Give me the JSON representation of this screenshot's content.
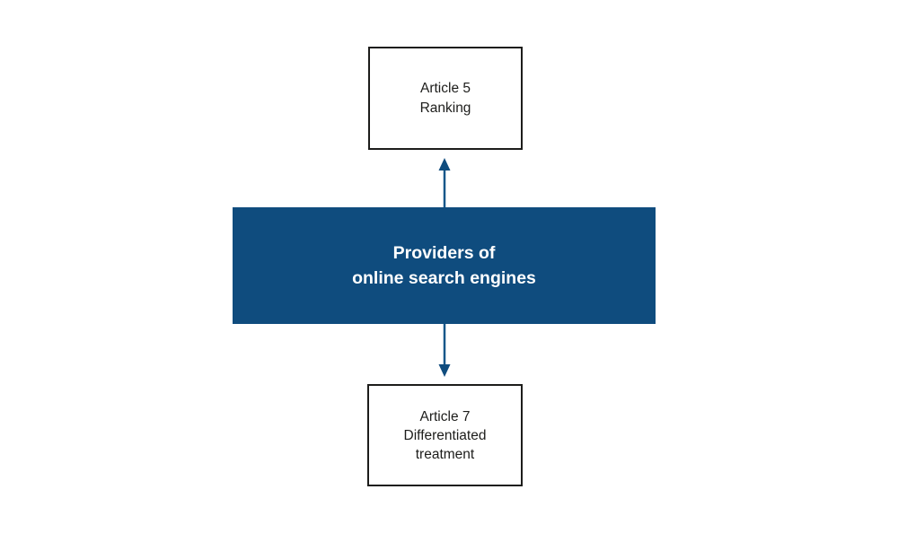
{
  "diagram": {
    "nodes": {
      "article5": {
        "lines": [
          "Article 5",
          "Ranking"
        ]
      },
      "providers": {
        "lines": [
          "Providers of",
          "online search engines"
        ]
      },
      "article7": {
        "lines": [
          "Article 7",
          "Differentiated",
          "treatment"
        ]
      }
    },
    "connectors": [
      {
        "name": "arrow-up",
        "direction": "up",
        "from": "providers",
        "to": "article5"
      },
      {
        "name": "arrow-down",
        "direction": "down",
        "from": "providers",
        "to": "article7"
      }
    ],
    "colors": {
      "primary_blue": "#0f4c7e",
      "arrow_line": "#15578a",
      "box_border": "#1d1d1b",
      "text_dark": "#1d1d1b",
      "text_light": "#ffffff",
      "background": "#ffffff"
    }
  }
}
